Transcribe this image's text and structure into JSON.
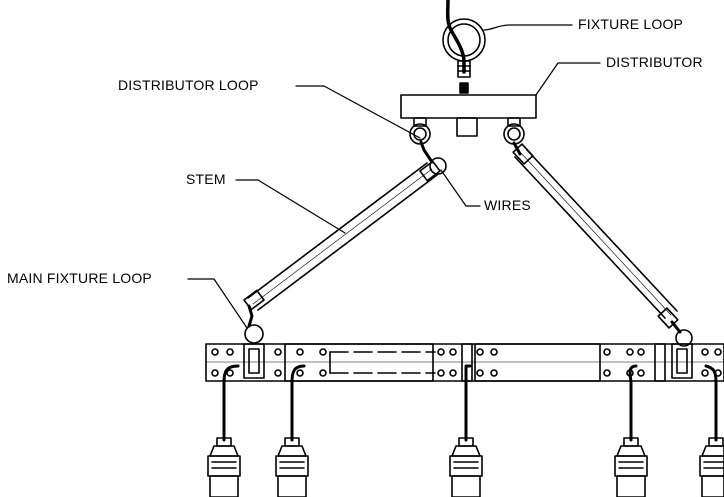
{
  "labels": {
    "fixture_loop": "FIXTURE LOOP",
    "distributor": "DISTRIBUTOR",
    "distributor_loop": "DISTRIBUTOR LOOP",
    "stem": "STEM",
    "wires": "WIRES",
    "main_fixture_loop": "MAIN FIXTURE LOOP"
  },
  "colors": {
    "line": "#000000",
    "background": "#ffffff"
  }
}
